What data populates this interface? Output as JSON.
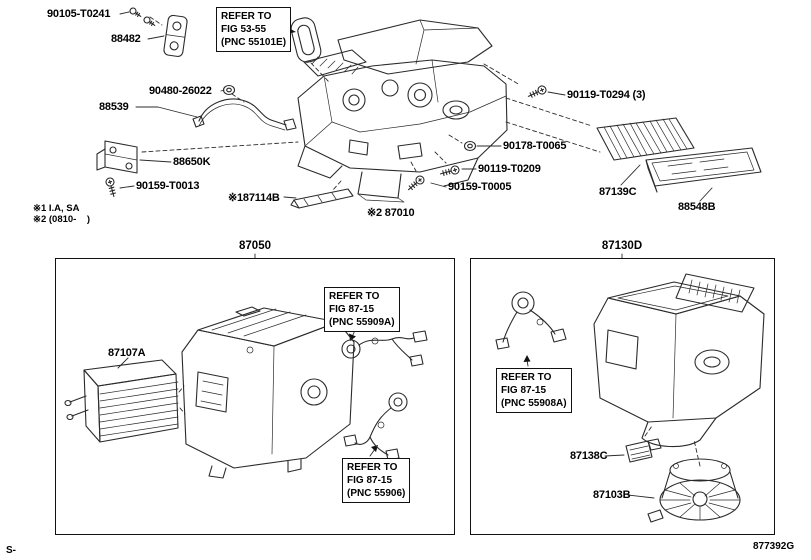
{
  "footer": {
    "left": "S-",
    "code": "877392G"
  },
  "notes": {
    "line1": "※1 I.A, SA",
    "line2": "※2 (0810-    )"
  },
  "assembly": {
    "label": "※2 87010"
  },
  "sections": {
    "heater_box": "87050",
    "blower_box": "87130D"
  },
  "parts": {
    "bolt": "90105-T0241",
    "clamp": "88482",
    "grommet_a": "90480-26022",
    "hose": "88539",
    "bracket_a": "88650K",
    "screw_a": "90159-T0013",
    "screw_b": "90119-T0294 (3)",
    "grommet_b": "90178-T0065",
    "screw_c": "90119-T0209",
    "screw_d": "90159-T0005",
    "bracket_b": "※187114B",
    "filter": "87139C",
    "filter_cover": "88548B",
    "heater_core": "87107A",
    "resistor": "87138C",
    "blower_motor": "87103B"
  },
  "refer": {
    "fig5355": {
      "l1": "REFER TO",
      "l2": "FIG 53-55",
      "l3": "(PNC 55101E)"
    },
    "fig8715a": {
      "l1": "REFER TO",
      "l2": "FIG 87-15",
      "l3": "(PNC 55909A)"
    },
    "fig8715b": {
      "l1": "REFER TO",
      "l2": "FIG 87-15",
      "l3": "(PNC 55906)"
    },
    "fig8715c": {
      "l1": "REFER TO",
      "l2": "FIG 87-15",
      "l3": "(PNC 55908A)"
    }
  }
}
